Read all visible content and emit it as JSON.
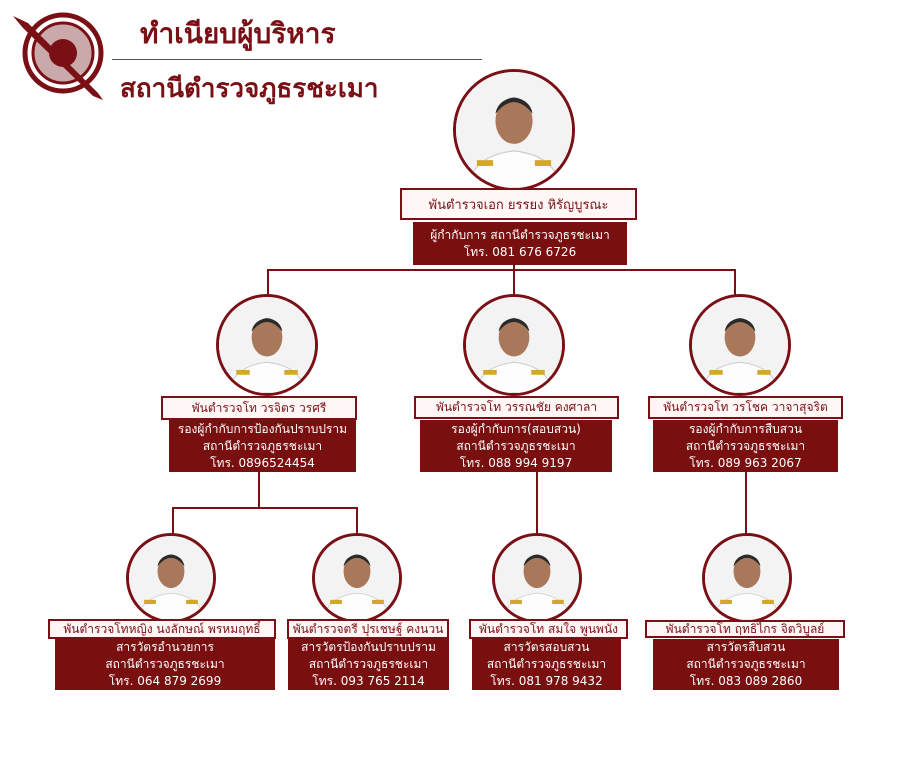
{
  "header": {
    "title": "ทำเนียบผู้บริหาร",
    "subtitle": "สถานีตำรวจภูธรชะเมา"
  },
  "colors": {
    "maroon": "#7a0f10",
    "name_bg": "#fff6f6"
  },
  "people": [
    {
      "name": "พันตำรวจเอก ยรรยง หิรัญบูรณะ",
      "position": "ผู้กำกับการ สถานีตำรวจภูธรชะเมา",
      "station": "",
      "phone": "โทร. 081 676 6726"
    },
    {
      "name": "พันตำรวจโท วรจิตร วรศรี",
      "position": "รองผู้กำกับการป้องกันปราบปราม",
      "station": "สถานีตำรวจภูธรชะเมา",
      "phone": "โทร. 0896524454"
    },
    {
      "name": "พันตำรวจโท วรรณชัย คงศาลา",
      "position": "รองผู้กำกับการ(สอบสวน)",
      "station": "สถานีตำรวจภูธรชะเมา",
      "phone": "โทร. 088 994 9197"
    },
    {
      "name": "พันตำรวจโท วรโชค วาจาสุจริต",
      "position": "รองผู้กำกับการสืบสวน",
      "station": "สถานีตำรวจภูธรชะเมา",
      "phone": "โทร. 089 963 2067"
    },
    {
      "name": "พันตำรวจโทหญิง นงลักษณ์  พรหมฤทธิ์",
      "position": "สารวัตรอำนวยการ",
      "station": "สถานีตำรวจภูธรชะเมา",
      "phone": "โทร. 064 879 2699"
    },
    {
      "name": "พันตำรวจตรี ปุรเชษฐ์  คงนวน",
      "position": "สารวัตรป้องกันปราบปราม",
      "station": "สถานีตำรวจภูธรชะเมา",
      "phone": "โทร. 093 765 2114"
    },
    {
      "name": "พันตำรวจโท สมใจ  พูนพนัง",
      "position": "สารวัตรสอบสวน",
      "station": "สถานีตำรวจภูธรชะเมา",
      "phone": "โทร. 081 978 9432"
    },
    {
      "name": "พันตำรวจโท ฤทธิไกร  จิตวิบูลย์",
      "position": "สารวัตรสืบสวน",
      "station": "สถานีตำรวจภูธรชะเมา",
      "phone": "โทร. 083 089 2860"
    }
  ]
}
